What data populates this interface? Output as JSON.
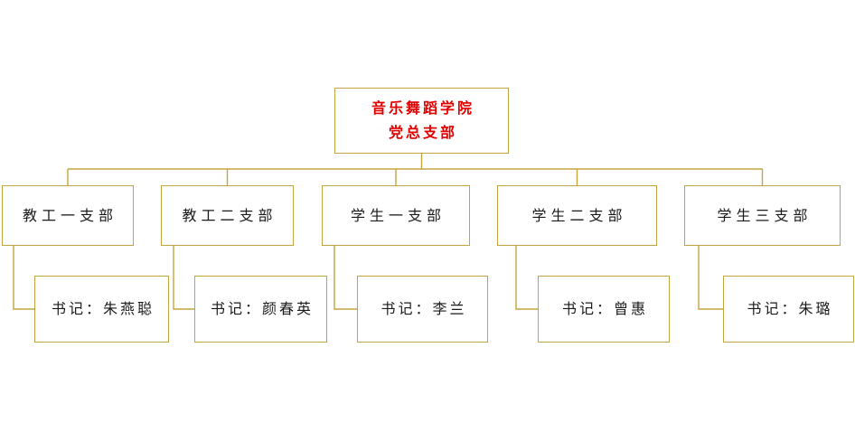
{
  "org": {
    "root": {
      "line1": "音乐舞蹈学院",
      "line2": "党总支部"
    },
    "branches": [
      {
        "name": "教工一支部",
        "secretary": "书记：朱燕聪"
      },
      {
        "name": "教工二支部",
        "secretary": "书记：颜春英"
      },
      {
        "name": "学生一支部",
        "secretary": "书记：李兰"
      },
      {
        "name": "学生二支部",
        "secretary": "书记：曾惠"
      },
      {
        "name": "学生三支部",
        "secretary": "书记：朱璐"
      }
    ],
    "colors": {
      "box_border": "#C4A43E",
      "connector_line": "#C4A43E",
      "root_text": "#E00000",
      "body_text": "#1A1A1A",
      "background": "#FFFFFF"
    }
  }
}
